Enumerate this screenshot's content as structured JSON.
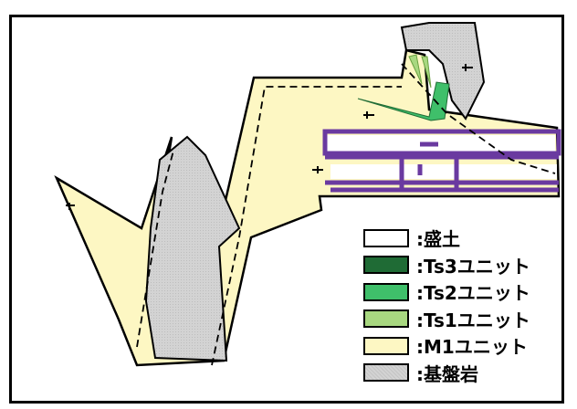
{
  "legend": {
    "items": [
      {
        "label": ":盛土",
        "color": "#ffffff"
      },
      {
        "label": ":Ts3ユニット",
        "color": "#1f6b35"
      },
      {
        "label": ":Ts2ユニット",
        "color": "#3fbf6a"
      },
      {
        "label": ":Ts1ユニット",
        "color": "#a8d880"
      },
      {
        "label": ":M1ユニット",
        "color": "#fdf7c3"
      },
      {
        "label": ":基盤岩",
        "color": "#d3d3d3"
      }
    ]
  },
  "colors": {
    "fill": "#ffffff",
    "ts3": "#1f6b35",
    "ts2": "#3fbf6a",
    "ts1": "#a8d880",
    "m1": "#fdf7c3",
    "bedrock": "#d3d3d3",
    "structure": "#6a3aa0",
    "outline": "#000000"
  }
}
